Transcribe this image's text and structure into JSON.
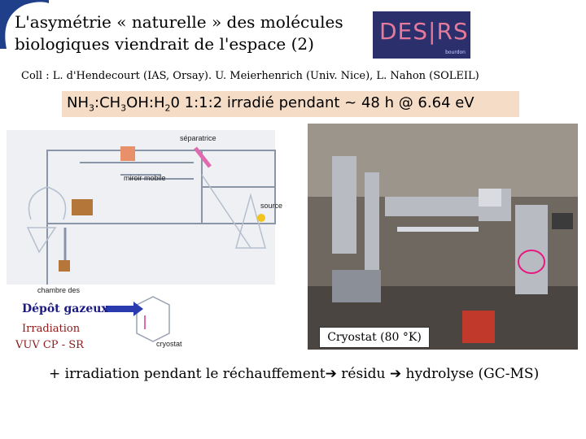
{
  "title_line1": "L'asymétrie « naturelle » des molécules",
  "title_line2": "biologiques viendrait de l'espace (2)",
  "logo_text": "DES|RS",
  "logo_sub": "bourdon",
  "credits": "Coll : L. d'Hendecourt  (IAS, Orsay). U. Meierhenrich  (Univ. Nice), L. Nahon (SOLEIL)",
  "formula": {
    "nh3": "NH",
    "sub3": "3",
    "ch3oh_a": ":CH",
    "ch3oh_sub": "3",
    "ch3oh_b": "OH:H",
    "h2o_sub": "2",
    "rest": "0   1:1:2   irradié pendant ~ 48 h @ 6.64 eV"
  },
  "diagram": {
    "separatrice": "séparatrice",
    "miroir": "miroir mobile",
    "source": "source",
    "chambre": "chambre des",
    "depot": "Dépôt gazeux",
    "irradiation": "Irradiation",
    "vuv": "VUV CP - SR",
    "cryostat_small": "cryostat"
  },
  "photo_caption": "Cryostat (80 °K)",
  "bottom": {
    "part1": "+ irradiation pendant le réchauffement",
    "part2": " résidu ",
    "part3": " hydrolyse (GC-MS)",
    "arrow": "➔"
  },
  "colors": {
    "formula_bg": "#f4dcc6",
    "logo_bg": "#2b2f6b",
    "depot_color": "#1a1a80",
    "irradiation_color": "#8b1a1a"
  }
}
